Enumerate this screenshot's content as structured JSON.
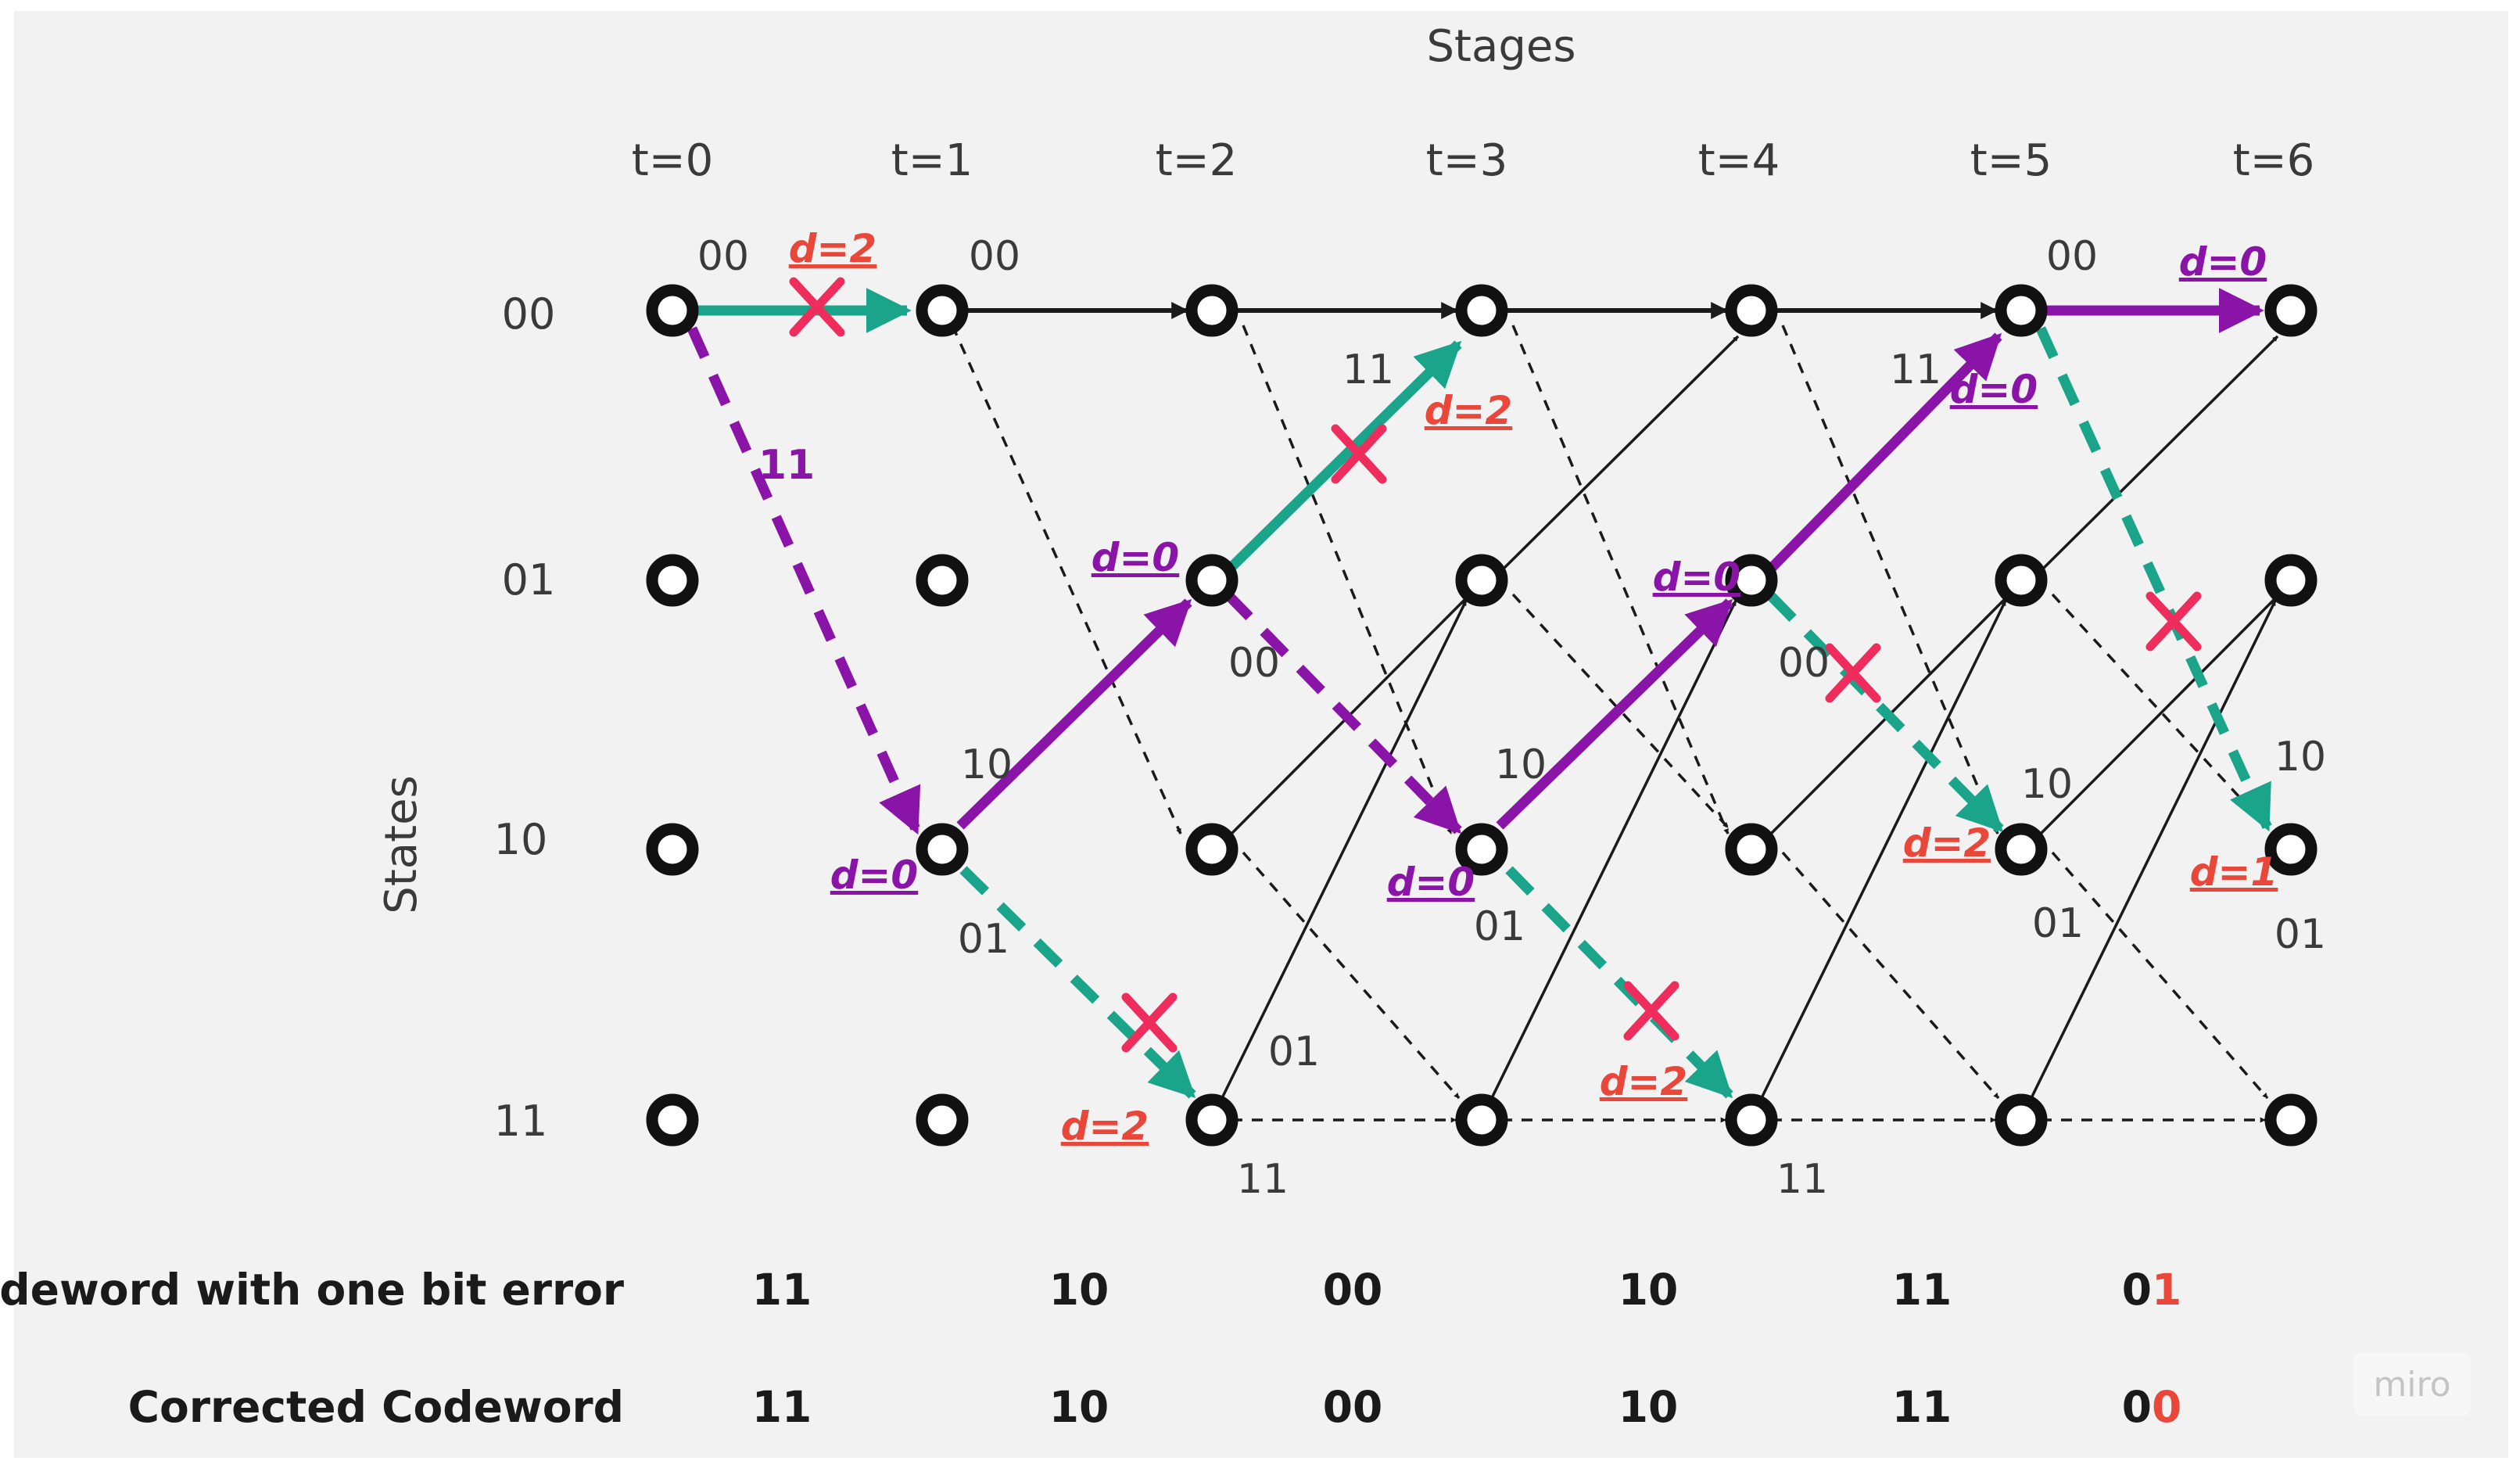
{
  "header": {
    "stages_label": "Stages",
    "states_label": "States"
  },
  "stages": [
    "t=0",
    "t=1",
    "t=2",
    "t=3",
    "t=4",
    "t=5",
    "t=6"
  ],
  "states": [
    "00",
    "01",
    "10",
    "11"
  ],
  "edge_labels": [
    {
      "id": "e00_t0",
      "text": "00"
    },
    {
      "id": "e00_t1",
      "text": "00"
    },
    {
      "id": "e11_t0",
      "text": "11"
    },
    {
      "id": "e11_t2",
      "text": "11"
    },
    {
      "id": "e11_t4",
      "text": "11"
    },
    {
      "id": "e00_t5",
      "text": "00"
    },
    {
      "id": "e10_t1",
      "text": "10"
    },
    {
      "id": "e00_t2",
      "text": "00"
    },
    {
      "id": "e10_t3",
      "text": "10"
    },
    {
      "id": "e00_t4",
      "text": "00"
    },
    {
      "id": "e10_t4",
      "text": "10"
    },
    {
      "id": "e10_t5",
      "text": "10"
    },
    {
      "id": "e01_t1",
      "text": "01"
    },
    {
      "id": "e01_t3",
      "text": "01"
    },
    {
      "id": "e01_t4",
      "text": "01"
    },
    {
      "id": "e01_t5",
      "text": "01"
    },
    {
      "id": "e01_t2",
      "text": "01"
    },
    {
      "id": "e11_t2b",
      "text": "11"
    },
    {
      "id": "e11_t4b",
      "text": "11"
    }
  ],
  "distances": [
    {
      "id": "d_top1",
      "text": "d=2",
      "color": "#e8473a"
    },
    {
      "id": "d_top6",
      "text": "d=0",
      "color": "#8b14a8"
    },
    {
      "id": "d_23",
      "text": "d=2",
      "color": "#e8473a"
    },
    {
      "id": "d_45",
      "text": "d=0",
      "color": "#8b14a8"
    },
    {
      "id": "d_01_t2",
      "text": "d=0",
      "color": "#8b14a8"
    },
    {
      "id": "d_01_t4",
      "text": "d=0",
      "color": "#8b14a8"
    },
    {
      "id": "d_10_t1",
      "text": "d=0",
      "color": "#8b14a8"
    },
    {
      "id": "d_10_t3",
      "text": "d=0",
      "color": "#8b14a8"
    },
    {
      "id": "d_10_t5",
      "text": "d=2",
      "color": "#e8473a"
    },
    {
      "id": "d_10_t6",
      "text": "d=1",
      "color": "#e8473a"
    },
    {
      "id": "d_11_t2",
      "text": "d=2",
      "color": "#e8473a"
    },
    {
      "id": "d_11_t4",
      "text": "d=2",
      "color": "#e8473a"
    }
  ],
  "rows": {
    "error_row": {
      "label": "Codeword with one bit error",
      "values": [
        {
          "lead": "11",
          "tail": ""
        },
        {
          "lead": "10",
          "tail": ""
        },
        {
          "lead": "00",
          "tail": ""
        },
        {
          "lead": "10",
          "tail": ""
        },
        {
          "lead": "11",
          "tail": ""
        },
        {
          "lead": "0",
          "tail": "1"
        }
      ]
    },
    "corrected_row": {
      "label": "Corrected Codeword",
      "values": [
        {
          "lead": "11",
          "tail": ""
        },
        {
          "lead": "10",
          "tail": ""
        },
        {
          "lead": "00",
          "tail": ""
        },
        {
          "lead": "10",
          "tail": ""
        },
        {
          "lead": "11",
          "tail": ""
        },
        {
          "lead": "0",
          "tail": "0"
        }
      ]
    }
  },
  "watermark": "miro",
  "colors": {
    "path": "#8b14a8",
    "rejected": "#1aa58a",
    "cross": "#ee2d5c",
    "error": "#e8473a",
    "edge": "#1a1a1a"
  }
}
